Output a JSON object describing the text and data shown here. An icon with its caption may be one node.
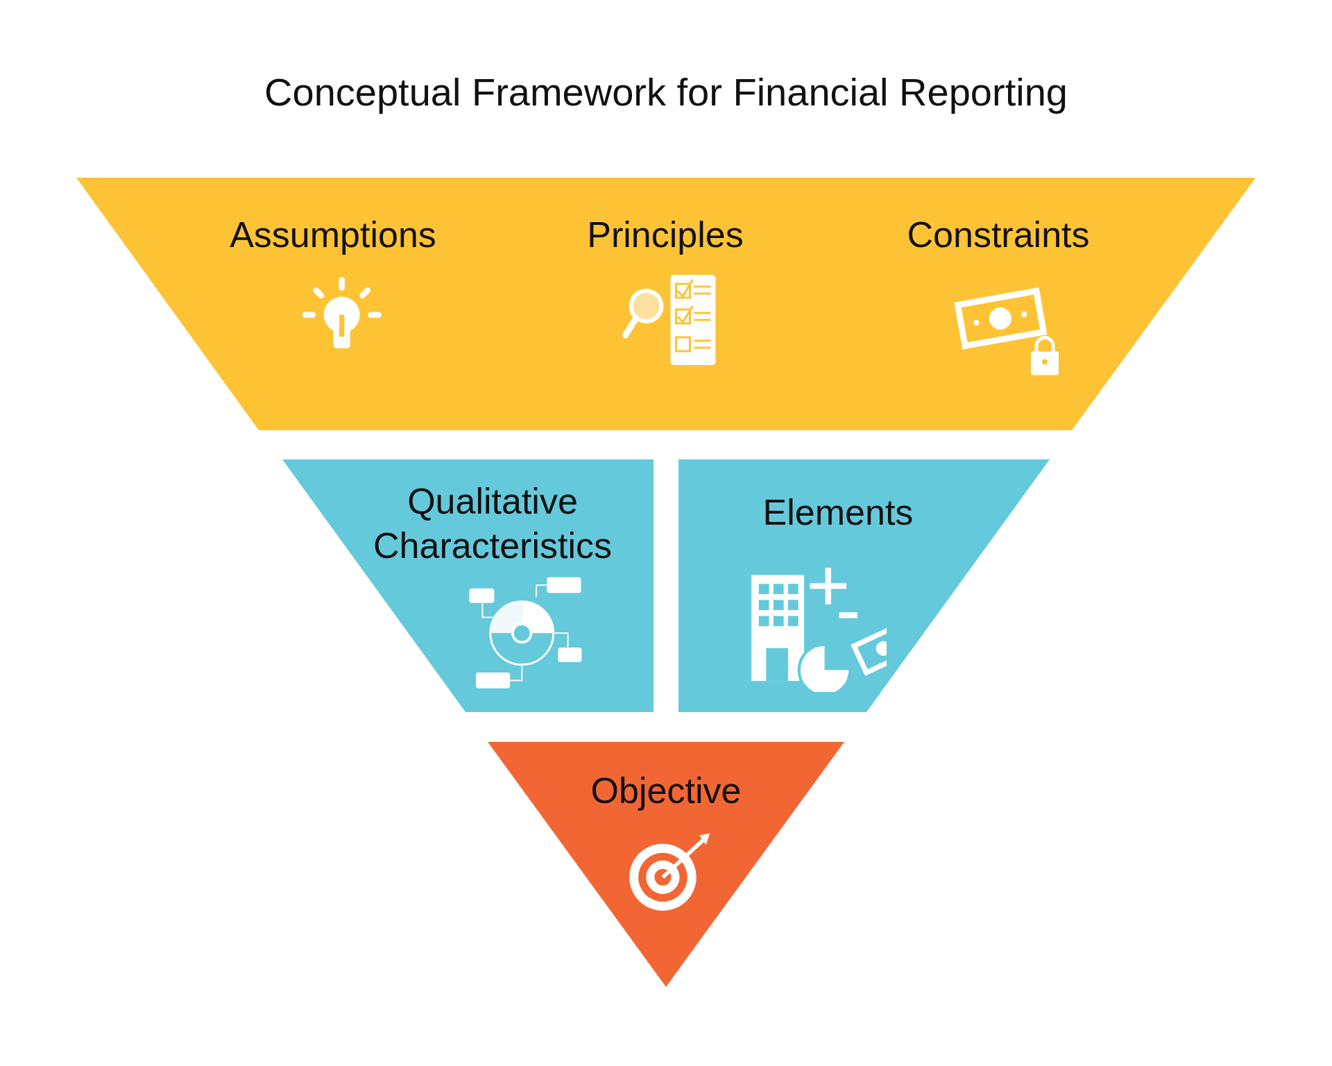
{
  "diagram": {
    "title": "Conceptual Framework for Financial Reporting",
    "nodes": [
      {
        "text": [],
        "shape": "trapezoid"
      },
      {
        "text": [
          "Assumptions"
        ],
        "in": 0
      },
      {
        "text": [
          "Principles"
        ],
        "in": 0
      },
      {
        "text": [
          "Constraints"
        ],
        "in": 0
      },
      {
        "text": [
          "Qualitative Characteristics"
        ]
      },
      {
        "text": [
          "Elements"
        ]
      },
      {
        "text": [
          "Objective"
        ]
      }
    ],
    "edges": []
  }
}
